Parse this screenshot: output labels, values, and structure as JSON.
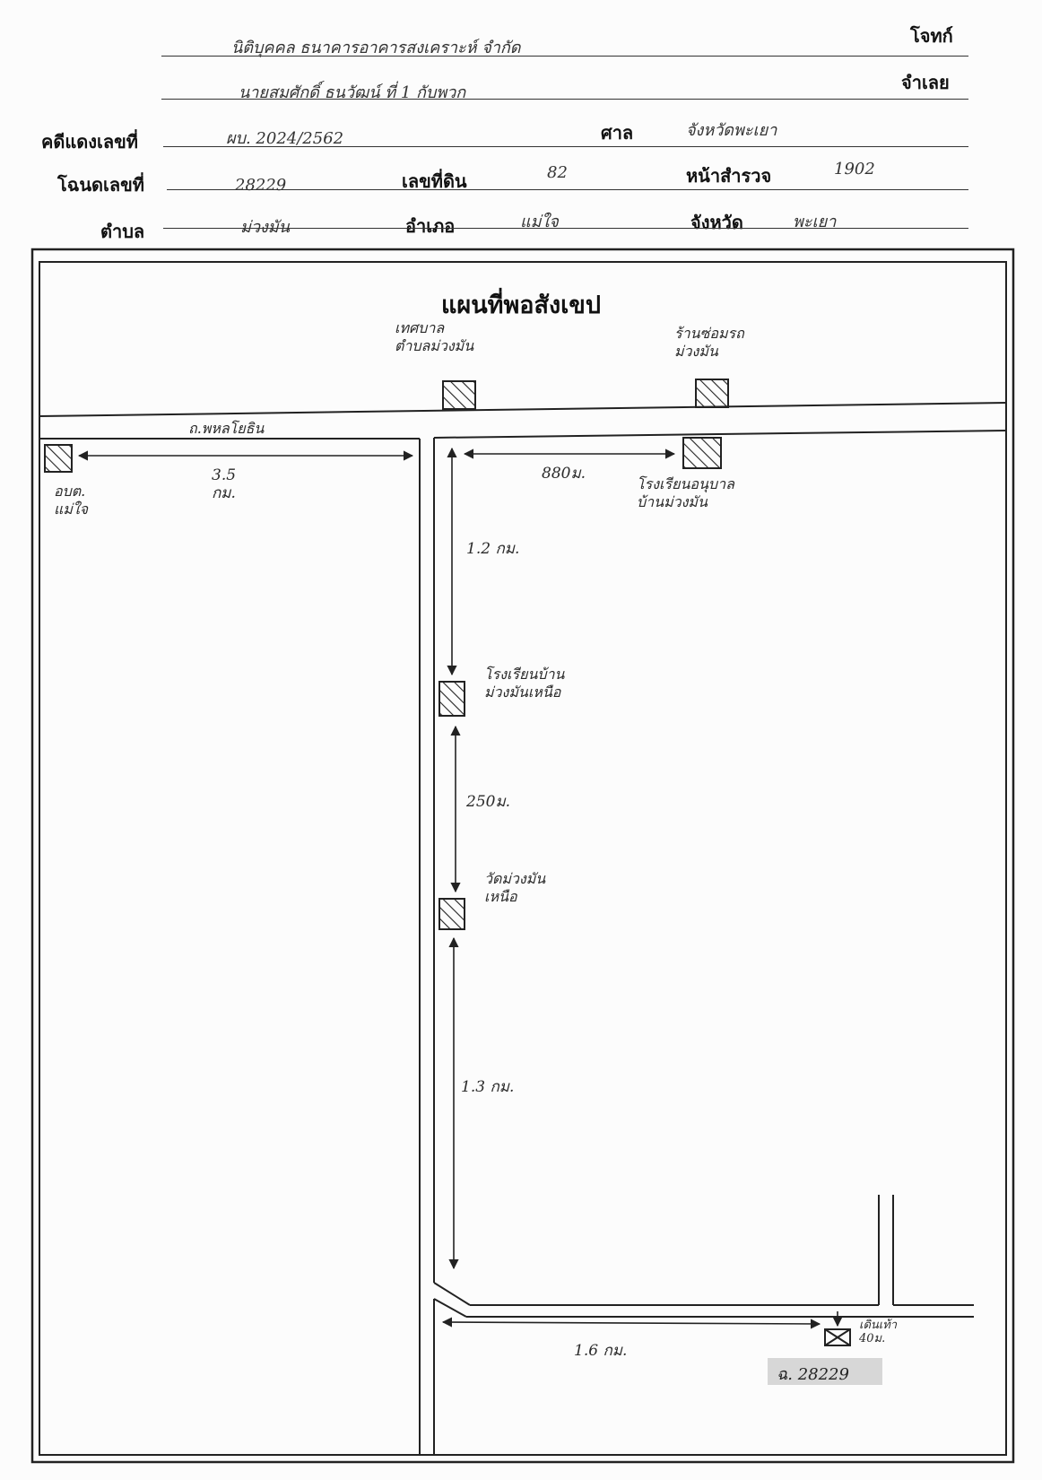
{
  "header": {
    "plaintiff_value": "นิติบุคคล ธนาคารอาคารสงเคราะห์ จำกัด",
    "plaintiff_label": "โจทก์",
    "defendant_value": "นายสมศักดิ์ ธนวัฒน์ ที่ 1 กับพวก",
    "defendant_label": "จำเลย",
    "case_label": "คดีแดงเลขที่",
    "case_value": "ผบ. 2024/2562",
    "court_label": "ศาล",
    "court_value": "จังหวัดพะเยา",
    "deed_label": "โฉนดเลขที่",
    "deed_value": "28229",
    "land_no_label": "เลขที่ดิน",
    "land_no_value": "82",
    "survey_label": "หน้าสำรวจ",
    "survey_value": "1902",
    "subdistrict_label": "ตำบล",
    "subdistrict_value": "ม่วงมัน",
    "district_label": "อำเภอ",
    "district_value": "แม่ใจ",
    "province_label": "จังหวัด",
    "province_value": "พะเยา"
  },
  "map": {
    "title": "แผนที่พอสังเขป",
    "top_left_landmark": "เทศบาล\nตำบลม่วงมัน",
    "top_right_landmark": "ร้านซ่อมรถ\nม่วงมัน",
    "main_road_label": "ถ.พหลโยธิน",
    "left_landmark": "อบต.\nแม่ใจ",
    "left_distance": "3.5\nกม.",
    "right_landmark": "โรงเรียนอนุบาล\nบ้านม่วงมัน",
    "right_distance": "880ม.",
    "dist_1": "1.2 กม.",
    "school_landmark": "โรงเรียนบ้าน\nม่วงมันเหนือ",
    "dist_2": "250ม.",
    "temple_landmark": "วัดม่วงมัน\nเหนือ",
    "dist_3": "1.3 กม.",
    "dist_4": "1.6 กม.",
    "plot_side_note": "เดินเท้า\n40ม.",
    "plot_label": "ฉ. 28229"
  },
  "colors": {
    "ink": "#222222",
    "paper": "#fcfcfc",
    "highlight": "#d7d7d7"
  }
}
